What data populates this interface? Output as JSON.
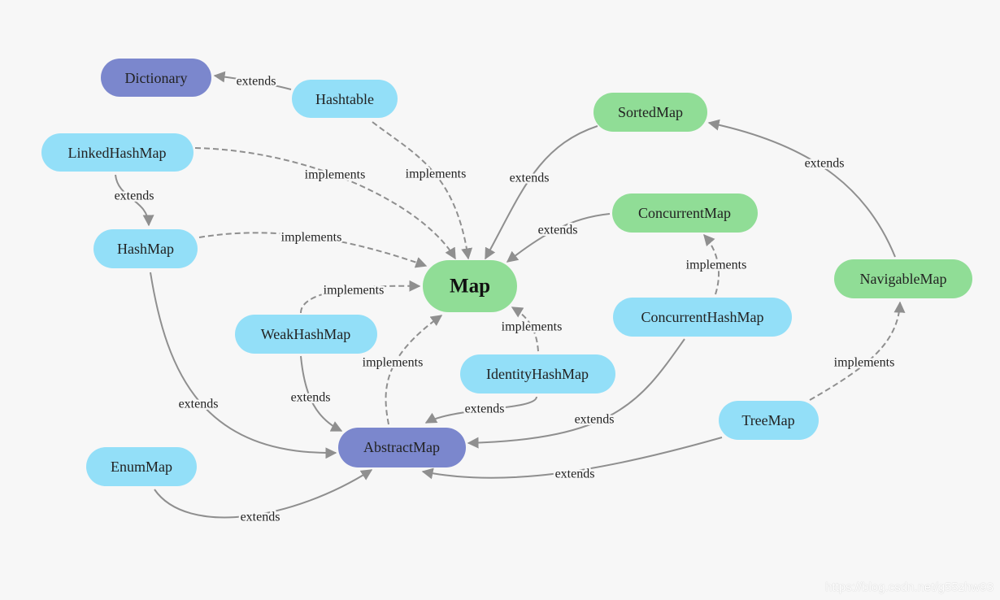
{
  "colors": {
    "background": "#f7f7f7",
    "class_node": "#93dff8",
    "interface_node": "#90dd96",
    "abstract_node": "#7b87cd",
    "edge": "#8f8f8f"
  },
  "nodes": {
    "map": {
      "label": "Map",
      "kind": "interface"
    },
    "sortedmap": {
      "label": "SortedMap",
      "kind": "interface"
    },
    "concurrentmap": {
      "label": "ConcurrentMap",
      "kind": "interface"
    },
    "navigablemap": {
      "label": "NavigableMap",
      "kind": "interface"
    },
    "dictionary": {
      "label": "Dictionary",
      "kind": "abstract"
    },
    "abstractmap": {
      "label": "AbstractMap",
      "kind": "abstract"
    },
    "hashtable": {
      "label": "Hashtable",
      "kind": "class"
    },
    "linkedhashmap": {
      "label": "LinkedHashMap",
      "kind": "class"
    },
    "hashmap": {
      "label": "HashMap",
      "kind": "class"
    },
    "weakhashmap": {
      "label": "WeakHashMap",
      "kind": "class"
    },
    "identityhashmap": {
      "label": "IdentityHashMap",
      "kind": "class"
    },
    "concurrenthashmap": {
      "label": "ConcurrentHashMap",
      "kind": "class"
    },
    "treemap": {
      "label": "TreeMap",
      "kind": "class"
    },
    "enummap": {
      "label": "EnumMap",
      "kind": "class"
    }
  },
  "edges": [
    {
      "from": "Hashtable",
      "to": "Dictionary",
      "label": "extends",
      "style": "solid"
    },
    {
      "from": "Hashtable",
      "to": "Map",
      "label": "implements",
      "style": "dashed"
    },
    {
      "from": "LinkedHashMap",
      "to": "Map",
      "label": "implements",
      "style": "dashed"
    },
    {
      "from": "LinkedHashMap",
      "to": "HashMap",
      "label": "extends",
      "style": "solid"
    },
    {
      "from": "HashMap",
      "to": "Map",
      "label": "implements",
      "style": "dashed"
    },
    {
      "from": "SortedMap",
      "to": "Map",
      "label": "extends",
      "style": "solid"
    },
    {
      "from": "ConcurrentMap",
      "to": "Map",
      "label": "extends",
      "style": "solid"
    },
    {
      "from": "NavigableMap",
      "to": "SortedMap",
      "label": "extends",
      "style": "solid"
    },
    {
      "from": "ConcurrentHashMap",
      "to": "ConcurrentMap",
      "label": "implements",
      "style": "dashed"
    },
    {
      "from": "WeakHashMap",
      "to": "Map",
      "label": "implements",
      "style": "dashed"
    },
    {
      "from": "IdentityHashMap",
      "to": "Map",
      "label": "implements",
      "style": "dashed"
    },
    {
      "from": "AbstractMap",
      "to": "Map",
      "label": "implements",
      "style": "dashed"
    },
    {
      "from": "HashMap",
      "to": "AbstractMap",
      "label": "extends",
      "style": "solid"
    },
    {
      "from": "WeakHashMap",
      "to": "AbstractMap",
      "label": "extends",
      "style": "solid"
    },
    {
      "from": "IdentityHashMap",
      "to": "AbstractMap",
      "label": "extends",
      "style": "solid"
    },
    {
      "from": "ConcurrentHashMap",
      "to": "AbstractMap",
      "label": "extends",
      "style": "solid"
    },
    {
      "from": "TreeMap",
      "to": "NavigableMap",
      "label": "implements",
      "style": "dashed"
    },
    {
      "from": "TreeMap",
      "to": "AbstractMap",
      "label": "extends",
      "style": "solid"
    },
    {
      "from": "EnumMap",
      "to": "AbstractMap",
      "label": "extends",
      "style": "solid"
    }
  ],
  "watermark": "https://blog.csdn.net/g55zhw93"
}
